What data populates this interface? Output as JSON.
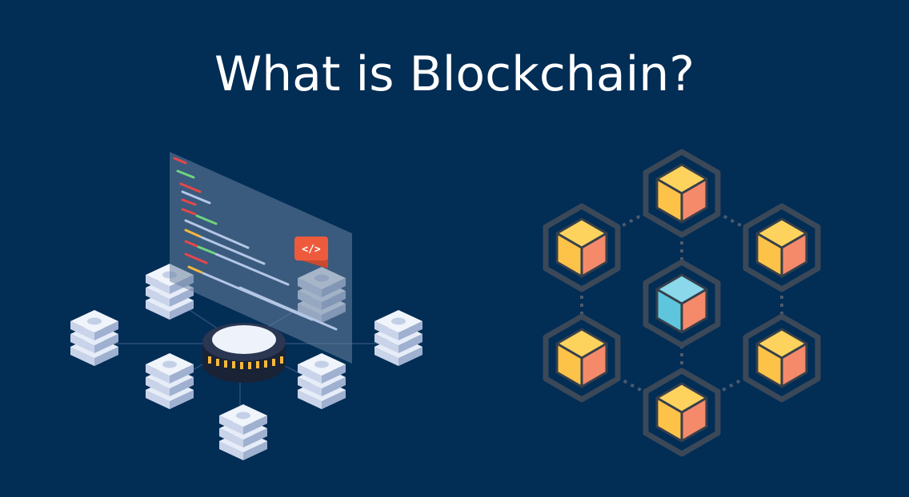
{
  "title": "What is Blockchain?",
  "code_badge": "</>",
  "colors": {
    "background": "#022d55",
    "cube_top": "#fdd35d",
    "cube_left": "#fdc349",
    "cube_right": "#f48a6a",
    "cube_center_left": "#5ec5dc",
    "hex_outline": "#3c4a5a",
    "badge": "#ee5a3c",
    "server_light": "#e3eaf6",
    "server_mid": "#c3cfe6"
  },
  "icons": {
    "left": "decentralized-network-illustration",
    "right": "hexagon-block-network-illustration"
  }
}
